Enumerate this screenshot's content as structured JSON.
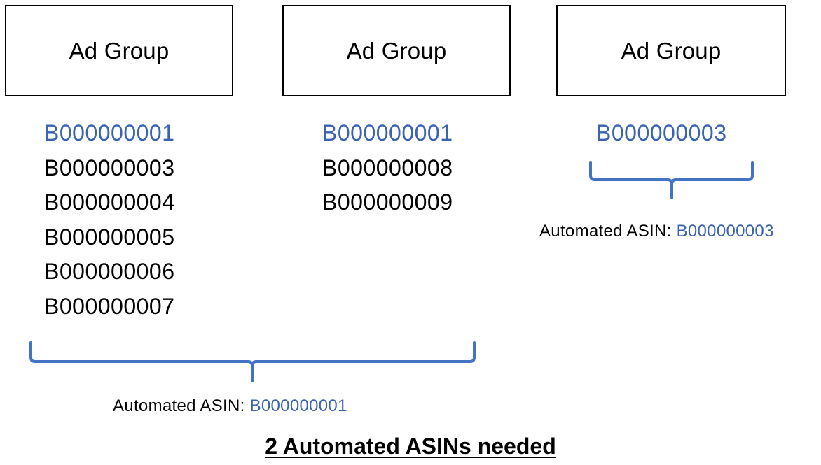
{
  "colors": {
    "accent": "#3a63b0",
    "text": "#000000",
    "border": "#000000"
  },
  "ad_groups": [
    {
      "title": "Ad Group",
      "asins": [
        "B000000001",
        "B000000003",
        "B000000004",
        "B000000005",
        "B000000006",
        "B000000007"
      ]
    },
    {
      "title": "Ad Group",
      "asins": [
        "B000000001",
        "B000000008",
        "B000000009"
      ]
    },
    {
      "title": "Ad Group",
      "asins": [
        "B000000003"
      ]
    }
  ],
  "automated": [
    {
      "label": "Automated ASIN: ",
      "value": "B000000001"
    },
    {
      "label": "Automated ASIN: ",
      "value": "B000000003"
    }
  ],
  "summary": "2 Automated ASINs needed"
}
